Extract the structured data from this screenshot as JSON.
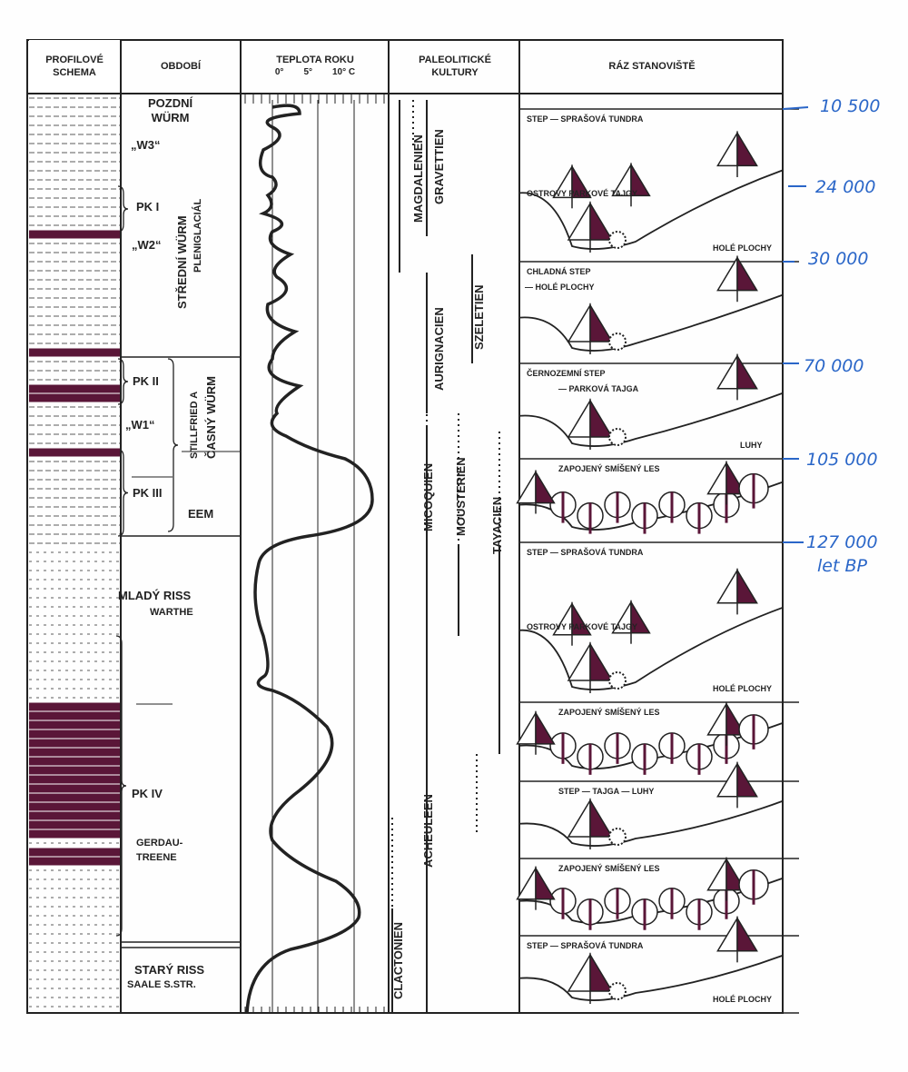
{
  "headers": {
    "profile": [
      "PROFILOVÉ",
      "SCHEMA"
    ],
    "period": "OBDOBÍ",
    "temperature": "TEPLOTA ROKU",
    "temp_ticks": [
      "0°",
      "5°",
      "10° C"
    ],
    "cultures": [
      "PALEOLITICKÉ",
      "KULTURY"
    ],
    "habitat": "RÁZ STANOVIŠTĚ"
  },
  "periods": {
    "pozdni_wurm": [
      "POZDNÍ",
      "WÜRM"
    ],
    "w3": "„W3“",
    "pk1": "PK I",
    "w2": "„W2“",
    "stredni_wurm": "STŘEDNÍ WÜRM",
    "pleniglacial": "PLENIGLACIÁL",
    "pk2": "PK II",
    "w1": "„W1“",
    "pk3": "PK III",
    "stillfried": "STILLFRIED A",
    "casny_wurm": "ČASNÝ WÜRM",
    "eem": "EEM",
    "mlady_riss": "MLADÝ RISS",
    "warthe": "WARTHE",
    "pk4": "PK IV",
    "gerdau": [
      "GERDAU-",
      "TREENE"
    ],
    "stary_riss": "STARÝ RISS",
    "saale": "SAALE S.STR."
  },
  "cultures": [
    "MAGDALENIEN",
    "GRAVETTIEN",
    "AURIGNACIEN",
    "SZELETIEN",
    "MICOQUIEN",
    "MOUSTERIEN",
    "TAYACIEN",
    "ACHEULEEN",
    "CLACTONIEN"
  ],
  "habitats": [
    {
      "labels": [
        "STEP — SPRAŠOVÁ TUNDRA",
        "OSTROVY PARKOVÉ TAJGY"
      ],
      "note": "HOLÉ PLOCHY"
    },
    {
      "labels": [
        "CHLADNÁ STEP",
        "— HOLÉ PLOCHY"
      ],
      "note": ""
    },
    {
      "labels": [
        "ČERNOZEMNÍ STEP",
        "— PARKOVÁ TAJGA"
      ],
      "note": "LUHY"
    },
    {
      "labels": [
        "ZAPOJENÝ SMÍŠENÝ LES"
      ],
      "note": ""
    },
    {
      "labels": [
        "STEP — SPRAŠOVÁ TUNDRA",
        "OSTROVY PARKOVÉ TAJGY"
      ],
      "note": "HOLÉ PLOCHY"
    },
    {
      "labels": [
        "ZAPOJENÝ SMÍŠENÝ LES"
      ],
      "note": ""
    },
    {
      "labels": [
        "STEP — TAJGA — LUHY"
      ],
      "note": ""
    },
    {
      "labels": [
        "ZAPOJENÝ SMÍŠENÝ LES"
      ],
      "note": ""
    },
    {
      "labels": [
        "STEP — SPRAŠOVÁ TUNDRA"
      ],
      "note": "HOLÉ PLOCHY"
    }
  ],
  "annotations": [
    "10 500",
    "24 000",
    "30 000",
    "70 000",
    "105 000",
    "127 000",
    "let BP"
  ],
  "colors": {
    "ink": "#222222",
    "tree": "#5a1638",
    "shrub": "#2f5a3a",
    "handwriting": "#2a66c8"
  }
}
